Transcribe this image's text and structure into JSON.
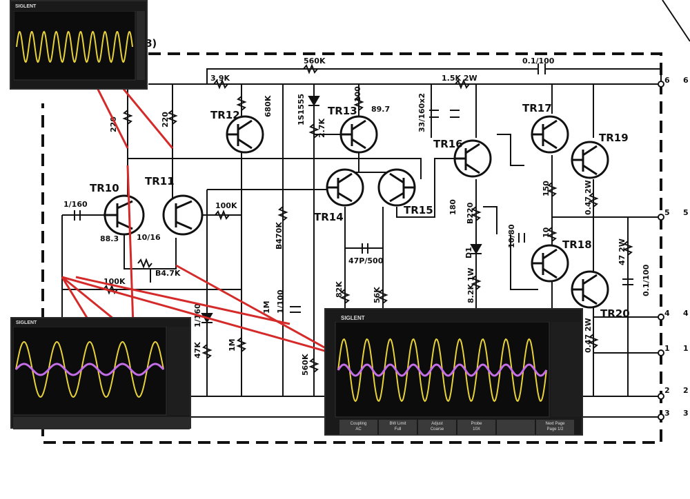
{
  "schematic": {
    "section_marker": "8)",
    "transistors": [
      "TR10",
      "TR11",
      "TR12",
      "TR13",
      "TR14",
      "TR15",
      "TR16",
      "TR17",
      "TR18",
      "TR19",
      "TR20"
    ],
    "components": {
      "r_560k": "560K",
      "r_3k9": "3.9K",
      "c_01_100_top": "0.1/100",
      "r_15k_2w": "1.5K 2W",
      "r_220_a": "220",
      "r_220_b": "220",
      "r_680k": "680K",
      "d_1s1555": "1S1555",
      "r_27k": "2.7K",
      "r_100_tr13": "100",
      "tag_897": "89.7",
      "c_33_160": "33/160x2",
      "c_1_160": "1/160",
      "r_100k_a": "100K",
      "tag_883": "88.3",
      "c_10_16": "10/16",
      "r_b47k": "B4.7K",
      "r_100k_b": "100K",
      "r_b470k": "B470K",
      "c_47p_500": "47P/500",
      "r_82k": "82K",
      "r_56k": "56K",
      "r_180": "180",
      "r_b220": "B220",
      "d1": "D1",
      "r_82k_1w": "8.2K 1W",
      "c_10_80": "10/80",
      "r_150": "150",
      "r_047_2w_a": "0.47 2W",
      "r_10": "10",
      "r_47_2w": "47 2W",
      "c_01_100_right": "0.1/100",
      "r_047_2w_b": "0.47 2W",
      "c_1_160_b": "1/160",
      "r_47k": "47K",
      "r_1m_a": "1M",
      "r_1m_b": "1M",
      "c_1_100": "1/100",
      "r_560k_b": "560K"
    },
    "terminals": [
      "6",
      "5",
      "4",
      "1",
      "2",
      "3"
    ],
    "terminals_outer": [
      "6",
      "5",
      "4",
      "1",
      "2",
      "3"
    ]
  },
  "scopes": {
    "top_left": {
      "brand": "SIGLENT"
    },
    "bottom_left": {
      "brand": "SIGLENT"
    },
    "bottom_right": {
      "brand": "SIGLENT",
      "menu": [
        {
          "top": "Coupling",
          "bottom": "AC"
        },
        {
          "top": "BW Limit",
          "bottom": "Full"
        },
        {
          "top": "Adjust",
          "bottom": "Coarse"
        },
        {
          "top": "Probe",
          "bottom": "10X"
        },
        {
          "top": "",
          "bottom": ""
        },
        {
          "top": "Next Page",
          "bottom": "Page 1/2"
        }
      ]
    }
  },
  "colors": {
    "probe_lines": "#d42a2a",
    "ch1_trace": "#e8d23a",
    "ch2_trace": "#c46ee8",
    "schematic_ink": "#111111",
    "scope_bezel": "#1a1a1a"
  }
}
